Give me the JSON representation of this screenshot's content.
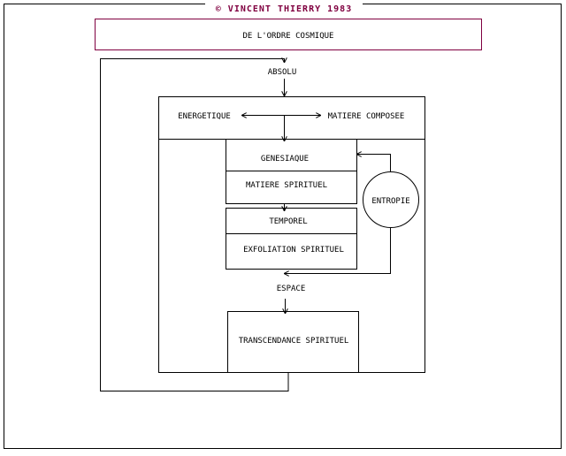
{
  "header": {
    "copyright": "© VINCENT THIERRY 1983",
    "title": "DE L'ORDRE COSMIQUE"
  },
  "diagram": {
    "absolu": "ABSOLU",
    "energetique": "ENERGETIQUE",
    "matiere_composee": "MATIERE COMPOSEE",
    "genesiaque": "GENESIAQUE",
    "matiere_spirituel": "MATIERE SPIRITUEL",
    "entropie": "ENTROPIE",
    "temporel": "TEMPOREL",
    "exfoliation_spirituel": "EXFOLIATION SPIRITUEL",
    "espace": "ESPACE",
    "transcendance_spirituel": "TRANSCENDANCE SPIRITUEL"
  },
  "colors": {
    "accent": "#800040",
    "line": "#000000",
    "background": "#ffffff"
  }
}
